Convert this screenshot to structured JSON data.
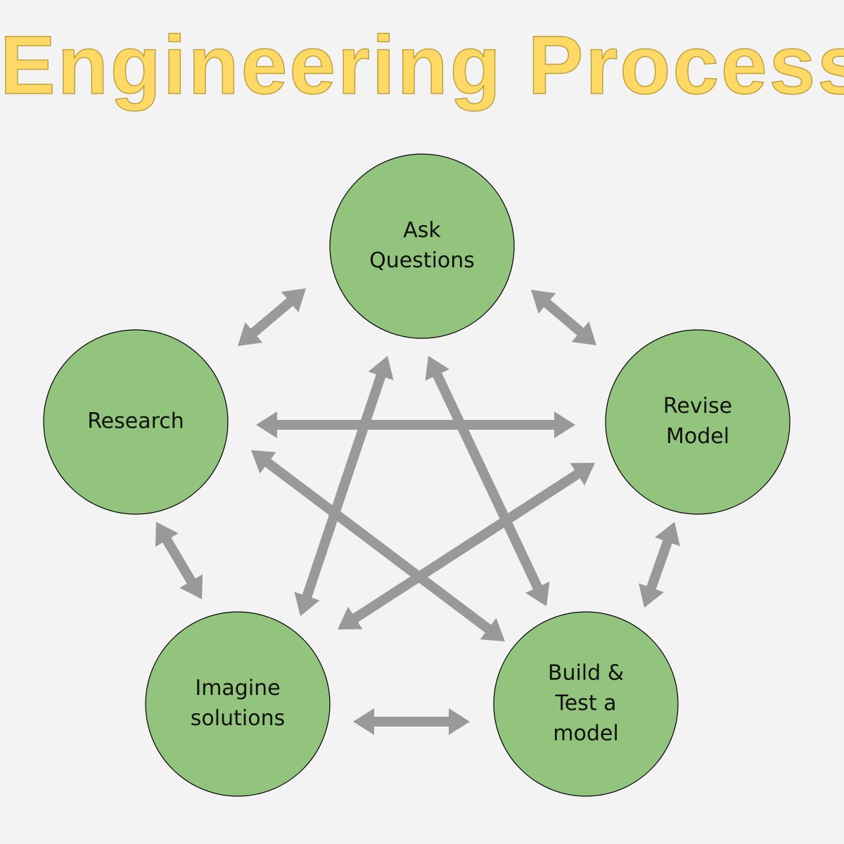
{
  "title": "Engineering Process",
  "colors": {
    "title": "#ffd966",
    "node_fill": "#93c47d",
    "arrow": "#999999",
    "background": "#f3f3f3"
  },
  "nodes": [
    {
      "id": "ask",
      "lines": [
        "Ask",
        "Questions"
      ]
    },
    {
      "id": "revise",
      "lines": [
        "Revise",
        "Model"
      ]
    },
    {
      "id": "build",
      "lines": [
        "Build &",
        "Test a",
        "model"
      ]
    },
    {
      "id": "imagine",
      "lines": [
        "Imagine",
        "solutions"
      ]
    },
    {
      "id": "research",
      "lines": [
        "Research"
      ]
    }
  ],
  "connections": [
    [
      "ask",
      "revise"
    ],
    [
      "revise",
      "build"
    ],
    [
      "build",
      "imagine"
    ],
    [
      "imagine",
      "research"
    ],
    [
      "research",
      "ask"
    ],
    [
      "ask",
      "build"
    ],
    [
      "ask",
      "imagine"
    ],
    [
      "research",
      "revise"
    ],
    [
      "research",
      "build"
    ],
    [
      "imagine",
      "revise"
    ]
  ]
}
